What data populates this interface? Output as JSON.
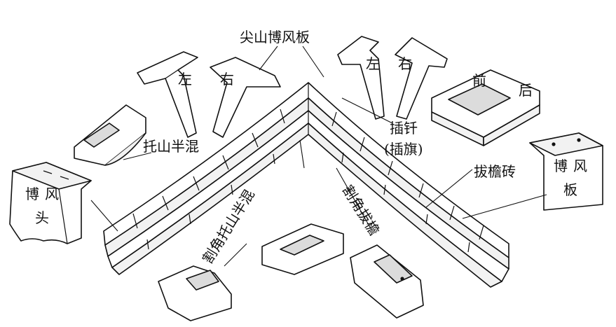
{
  "labels": {
    "jianshan_bofengban": "尖山博风板",
    "zuo_1": "左",
    "you_1": "右",
    "zuo_2": "左",
    "you_2": "右",
    "qian": "前",
    "hou": "后",
    "chaqian": "插钎",
    "chaqi": "(插旗)",
    "tuoshan_banhun": "托山半混",
    "bofengtou_1": "博",
    "bofengtou_2": "风",
    "bofengtou_3": "头",
    "bayanzhuan": "拔檐砖",
    "bofengban_1": "博",
    "bofengban_2": "风",
    "bofengban_3": "板",
    "gejiao_tuoshan_banhun": "割角托山半混",
    "gejiao_bayan": "割角拔檐"
  }
}
